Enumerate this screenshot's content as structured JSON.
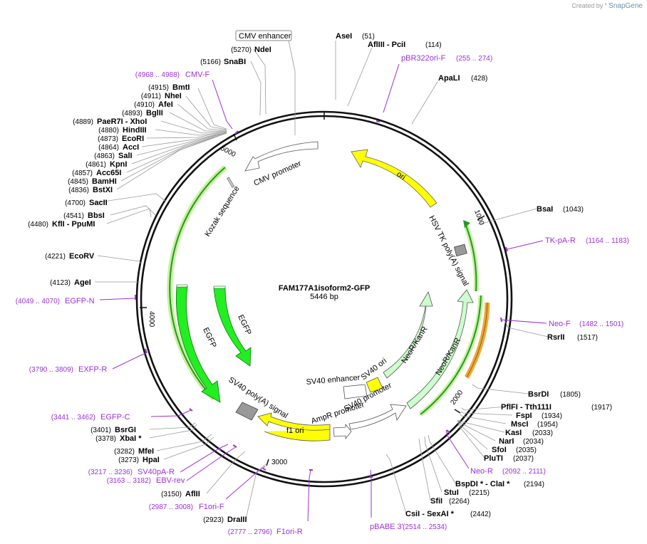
{
  "brand": {
    "created_by": "Created by",
    "name": "SnapGene"
  },
  "plasmid": {
    "name": "FAM177A1isoform2-GFP",
    "length_label": "5446 bp",
    "length": 5446
  },
  "ticks": [
    "1000",
    "2000",
    "3000",
    "4000",
    "5000"
  ],
  "enzymes": [
    {
      "name": "NdeI",
      "pos": "(5270)"
    },
    {
      "name": "SnaBI",
      "pos": "(5166)"
    },
    {
      "name": "BmtI",
      "pos": "(4915)"
    },
    {
      "name": "NheI",
      "pos": "(4911)"
    },
    {
      "name": "AfeI",
      "pos": "(4910)"
    },
    {
      "name": "BglII",
      "pos": "(4893)"
    },
    {
      "name": "PaeR7I  - XhoI",
      "pos": "(4889)"
    },
    {
      "name": "HindIII",
      "pos": "(4880)"
    },
    {
      "name": "EcoRI",
      "pos": "(4873)"
    },
    {
      "name": "AccI",
      "pos": "(4864)"
    },
    {
      "name": "SalI",
      "pos": "(4863)"
    },
    {
      "name": "KpnI",
      "pos": "(4861)"
    },
    {
      "name": "Acc65I",
      "pos": "(4857)"
    },
    {
      "name": "BamHI",
      "pos": "(4845)"
    },
    {
      "name": "BstXI",
      "pos": "(4836)"
    },
    {
      "name": "SacII",
      "pos": "(4700)"
    },
    {
      "name": "BbsI",
      "pos": "(4541)"
    },
    {
      "name": "KflI  - PpuMI",
      "pos": "(4480)"
    },
    {
      "name": "EcoRV",
      "pos": "(4221)"
    },
    {
      "name": "AgeI",
      "pos": "(4123)"
    },
    {
      "name": "BsrGI",
      "pos": "(3401)"
    },
    {
      "name": "XbaI *",
      "pos": "(3378)"
    },
    {
      "name": "MfeI",
      "pos": "(3282)"
    },
    {
      "name": "HpaI",
      "pos": "(3273)"
    },
    {
      "name": "AflII",
      "pos": "(3150)"
    },
    {
      "name": "DraIII",
      "pos": "(2923)"
    },
    {
      "name": "AseI",
      "pos": "(51)"
    },
    {
      "name": "AflIII  - PciI",
      "pos": "(114)"
    },
    {
      "name": "ApaLI",
      "pos": "(428)"
    },
    {
      "name": "BsaI",
      "pos": "(1043)"
    },
    {
      "name": "RsrII",
      "pos": "(1517)"
    },
    {
      "name": "BsrDI",
      "pos": "(1805)"
    },
    {
      "name": "PflFI  - Tth111I",
      "pos": "(1917)"
    },
    {
      "name": "FspI",
      "pos": "(1934)"
    },
    {
      "name": "MscI",
      "pos": "(1954)"
    },
    {
      "name": "KasI",
      "pos": "(2033)"
    },
    {
      "name": "NarI",
      "pos": "(2034)"
    },
    {
      "name": "SfoI",
      "pos": "(2035)"
    },
    {
      "name": "PluTI",
      "pos": "(2037)"
    },
    {
      "name": "BspDI *  - ClaI *",
      "pos": "(2194)"
    },
    {
      "name": "StuI",
      "pos": "(2215)"
    },
    {
      "name": "SfiI",
      "pos": "(2264)"
    },
    {
      "name": "CsiI  - SexAI *",
      "pos": "(2442)"
    }
  ],
  "primers": [
    {
      "name": "CMV-F",
      "range": "(4968 .. 4988)"
    },
    {
      "name": "pBR322ori-F",
      "range": "(255 .. 274)"
    },
    {
      "name": "TK-pA-R",
      "range": "(1164 .. 1183)"
    },
    {
      "name": "Neo-F",
      "range": "(1482 .. 1501)"
    },
    {
      "name": "Neo-R",
      "range": "(2092 .. 2111)"
    },
    {
      "name": "pBABE 3'",
      "range": "(2514 .. 2534)"
    },
    {
      "name": "F1ori-R",
      "range": "(2777 .. 2796)"
    },
    {
      "name": "F1ori-F",
      "range": "(2987 .. 3008)"
    },
    {
      "name": "EBV-rev",
      "range": "(3163 .. 3182)"
    },
    {
      "name": "SV40pA-R",
      "range": "(3217 .. 3236)"
    },
    {
      "name": "EGFP-C",
      "range": "(3441 .. 3462)"
    },
    {
      "name": "EXFP-R",
      "range": "(3790 .. 3809)"
    },
    {
      "name": "EGFP-N",
      "range": "(4049 .. 4070)"
    }
  ],
  "features": {
    "cmv_enhancer": "CMV enhancer",
    "cmv_promoter": "CMV promoter",
    "kozak": "Kozak sequence",
    "egfp_outer": "EGFP",
    "egfp_inner": "EGFP",
    "ori": "ori",
    "hsv": "HSV TK poly(A) signal",
    "neo_outer": "NeoR/KanR",
    "neo_inner": "NeoR/KanR",
    "sv40_ori": "SV40 ori",
    "sv40_enh": "SV40 enhancer",
    "sv40_prom": "SV40 promoter",
    "ampr_prom": "AmpR promoter",
    "f1_ori": "f1 ori",
    "sv40_polya": "SV40 poly(A) signal"
  },
  "colors": {
    "ori": "#ffff00",
    "egfp": "#22ee22",
    "neo": "#ccffcc",
    "cmv": "#ffffff",
    "primer": "#9b30d9",
    "hsv": "#999999",
    "orange": "#f0a830"
  }
}
